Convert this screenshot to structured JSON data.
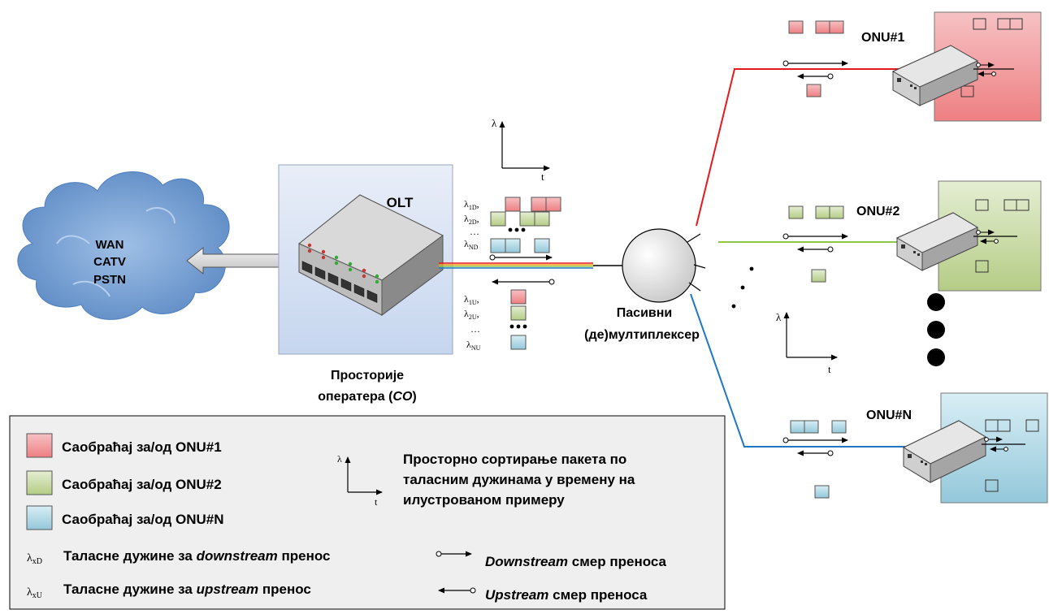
{
  "cloud": {
    "line1": "WAN",
    "line2": "CATV",
    "line3": "PSTN"
  },
  "olt": {
    "title": "OLT",
    "caption_line1": "Просторије",
    "caption_line2_pre": "оператера (",
    "caption_line2_ital": "CO",
    "caption_line2_post": ")"
  },
  "mux": {
    "line1": "Пасивни",
    "line2": "(де)мултиплексер"
  },
  "onus": [
    {
      "label": "ONU#1"
    },
    {
      "label": "ONU#2"
    },
    {
      "label": "ONU#N"
    }
  ],
  "wavelengths": {
    "down": [
      {
        "base": "λ",
        "sub": "1D",
        "tail": ","
      },
      {
        "base": "λ",
        "sub": "2D",
        "tail": ","
      },
      {
        "base": "…",
        "sub": "",
        "tail": ""
      },
      {
        "base": "λ",
        "sub": "ND",
        "tail": ""
      }
    ],
    "up": [
      {
        "base": "λ",
        "sub": "1U",
        "tail": ","
      },
      {
        "base": "λ",
        "sub": "2U",
        "tail": ","
      },
      {
        "base": "…",
        "sub": "",
        "tail": ""
      },
      {
        "base": "λ",
        "sub": "NU",
        "tail": ""
      }
    ]
  },
  "axes": {
    "lambda": "λ",
    "time": "t"
  },
  "legend": {
    "traffic": [
      {
        "text": "Саобраћај за/од ONU#1",
        "color": "#f28d90"
      },
      {
        "text": "Саобраћај за/од ONU#2",
        "color": "#c8d9a5"
      },
      {
        "text": "Саобраћај за/од ONU#N",
        "color": "#a9d6e4"
      }
    ],
    "down_sym": {
      "base": "λ",
      "sub": "xD"
    },
    "up_sym": {
      "base": "λ",
      "sub": "xU"
    },
    "down_text_pre": "Таласне дужине за ",
    "down_text_ital": "downstream",
    "down_text_post": " пренос",
    "up_text_pre": "Таласне дужине за ",
    "up_text_ital": "upstream",
    "up_text_post": " пренос",
    "sort_line1": "Просторно сортирање пакета по",
    "sort_line2": "таласним дужинама у времену на",
    "sort_line3": "илустрованом примеру",
    "down_dir_ital": "Downstream",
    "down_dir_post": " смер преноса",
    "up_dir_ital": "Upstream",
    "up_dir_post": " смер преноса"
  },
  "colors": {
    "onu1_line": "#e8191c",
    "onu2_line": "#92c54a",
    "onuN_line": "#1f77c4",
    "onu1_box": "#f28d90",
    "onu2_box": "#c8d9a5",
    "onuN_box": "#a9d6e4",
    "olt_box": "#d6e3f5",
    "legend_bg": "#efefef"
  }
}
